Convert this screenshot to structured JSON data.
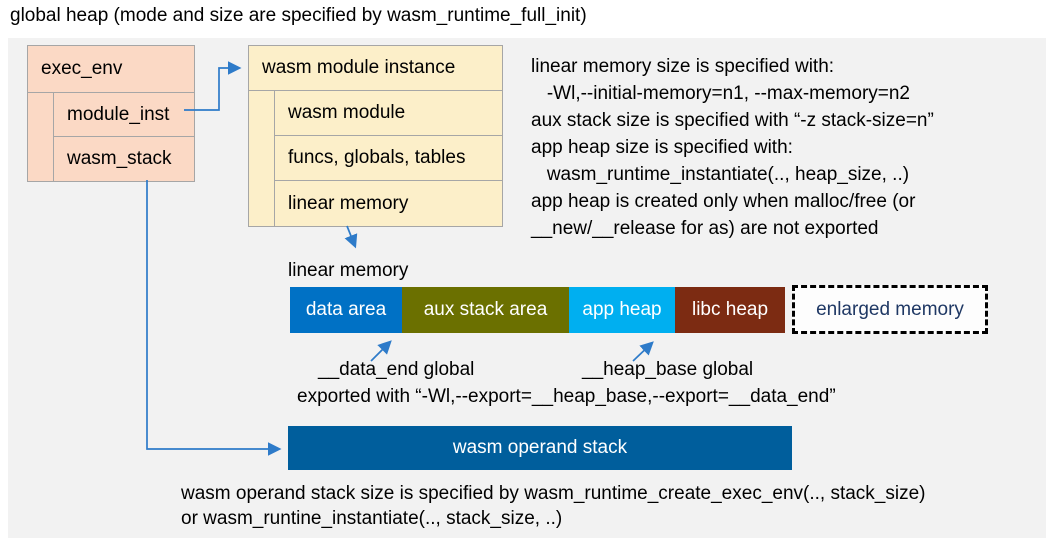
{
  "title": "global heap (mode and size are specified by wasm_runtime_full_init)",
  "exec_env": {
    "header": "exec_env",
    "rows": [
      "module_inst",
      "wasm_stack"
    ]
  },
  "module_instance": {
    "header": "wasm module instance",
    "rows": [
      "wasm module",
      "funcs, globals, tables",
      "linear memory"
    ]
  },
  "notes_right": {
    "lines": [
      "linear memory size is specified with:",
      "   -Wl,--initial-memory=n1, --max-memory=n2",
      "aux stack size is specified with “-z stack-size=n”",
      "app heap size is specified with:",
      "   wasm_runtime_instantiate(.., heap_size, ..)",
      "app heap is created only when malloc/free (or",
      "__new/__release for as) are not exported"
    ]
  },
  "linear_memory": {
    "label": "linear memory",
    "segments": [
      {
        "label": "data area",
        "color": "#0071C5"
      },
      {
        "label": "aux stack area",
        "color": "#6B7000"
      },
      {
        "label": "app heap",
        "color": "#00AFF0"
      },
      {
        "label": "libc heap",
        "color": "#7C2B12"
      }
    ],
    "enlarged": {
      "label": "enlarged memory",
      "text_color": "#1F3864"
    }
  },
  "annotations": {
    "data_end": "__data_end global",
    "heap_base": "__heap_base global",
    "exported": "exported with “-Wl,--export=__heap_base,--export=__data_end”"
  },
  "operand_stack": {
    "label": "wasm operand stack",
    "color": "#005E9C"
  },
  "notes_bottom": {
    "lines": [
      "wasm operand stack size is specified by wasm_runtime_create_exec_env(.., stack_size)",
      "or wasm_runtine_instantiate(.., stack_size, ..)"
    ]
  },
  "colors": {
    "panel_bg": "#F2F2F2",
    "box_pink": "#FBD9C5",
    "box_cream": "#FCEFC9",
    "box_border": "#A6A6A6",
    "arrow_blue": "#2E7BC9"
  }
}
